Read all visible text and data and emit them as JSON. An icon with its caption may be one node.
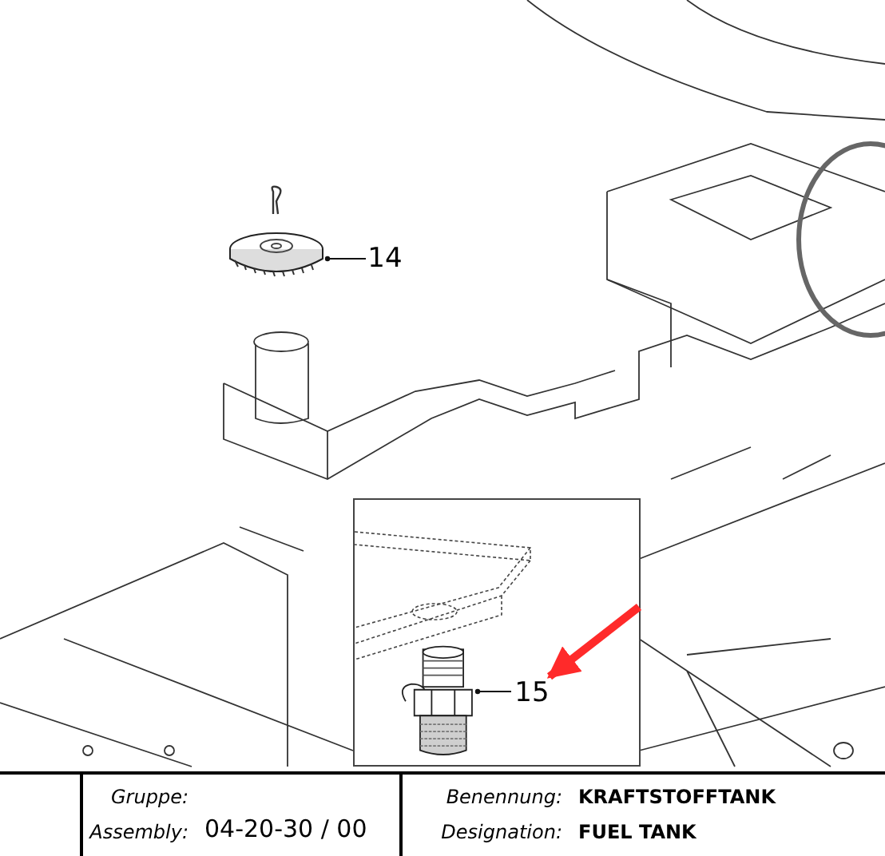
{
  "diagram": {
    "nodes": [
      {
        "text": [],
        "shape": "picture"
      },
      {
        "text": [
          "14"
        ]
      },
      {
        "text": [],
        "shape": "box"
      },
      {
        "text": [],
        "shape": "picture",
        "in": 2
      },
      {
        "text": [
          "15"
        ],
        "in": 2
      }
    ],
    "edges": [
      {
        "from": 1,
        "to": 0,
        "arrow": "other"
      },
      {
        "from": 4,
        "to": 3,
        "arrow": "other"
      },
      {
        "from": null,
        "to": 4,
        "arrow": "to",
        "style": "thick",
        "color": "#ff2a2a"
      }
    ],
    "labels": [
      "Gruppe:",
      "Assembly:",
      "04-20-30 / 00",
      "Benennung:",
      "KRAFTSTOFFTANK",
      "Designation:",
      "FUEL TANK"
    ]
  }
}
